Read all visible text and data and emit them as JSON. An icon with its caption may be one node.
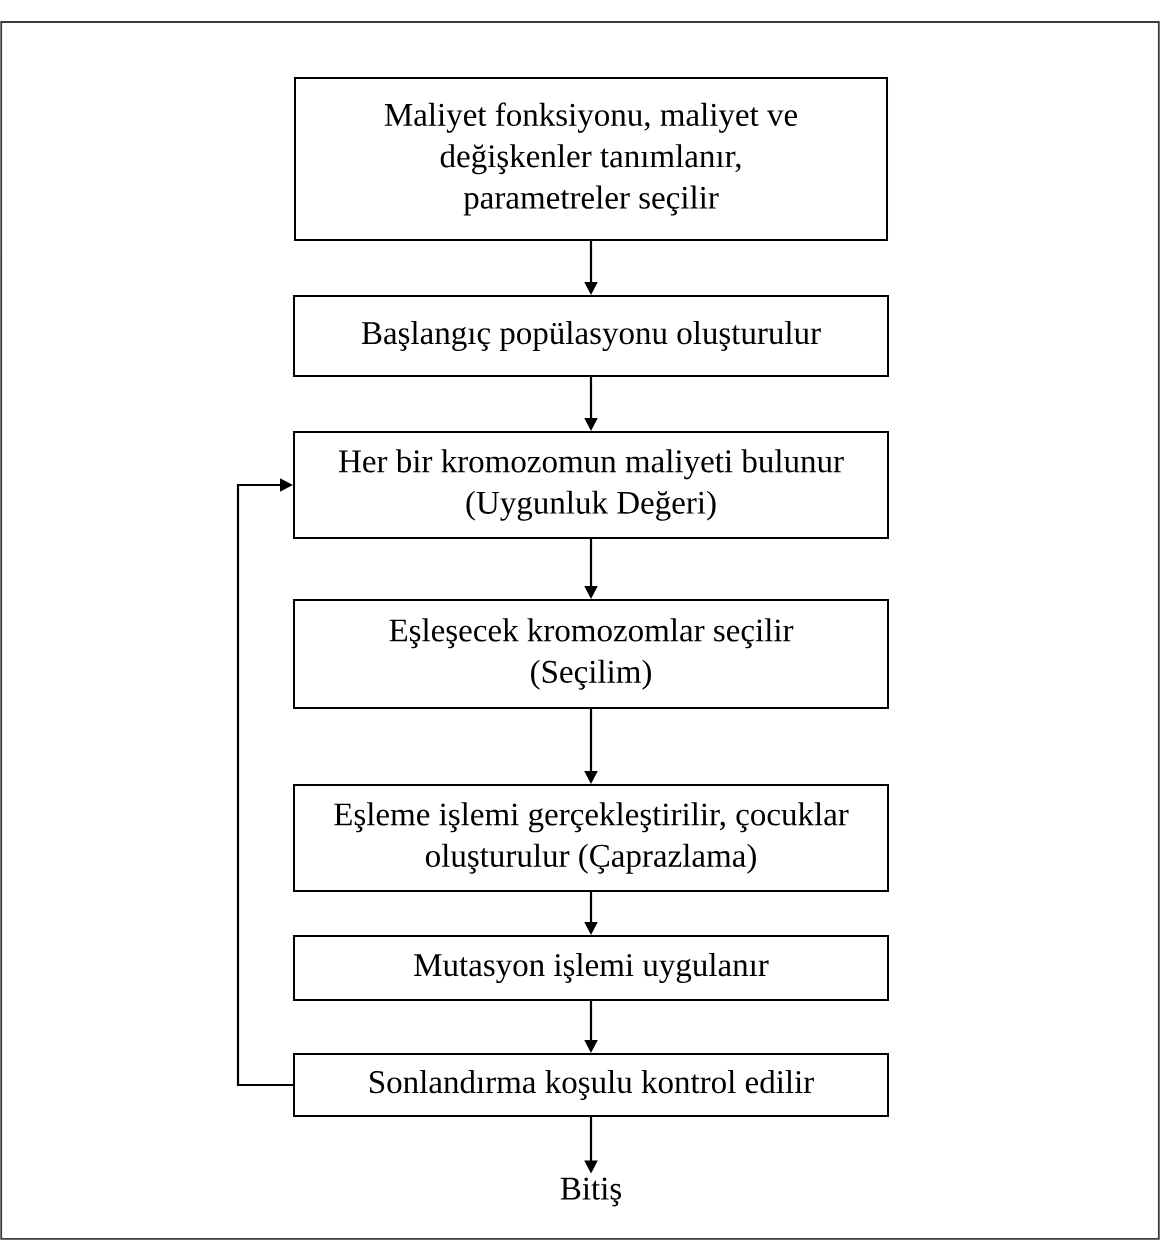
{
  "diagram": {
    "nodes": [
      {
        "text": [
          "Maliyet fonksiyonu, maliyet ve değişkenler tanımlanır, parametreler seçilir"
        ]
      },
      {
        "text": [
          "Başlangıç popülasyonu oluşturulur"
        ]
      },
      {
        "text": [
          "Her bir kromozomun maliyeti bulunur (Uygunluk Değeri)"
        ]
      },
      {
        "text": [
          "Eşleşecek kromozomlar seçilir (Seçilim)"
        ]
      },
      {
        "text": [
          "Eşleme işlemi gerçekleştirilir, çocuklar oluşturulur (Çaprazlama)"
        ]
      },
      {
        "text": [
          "Mutasyon işlemi uygulanır"
        ]
      },
      {
        "text": [
          "Sonlandırma koşulu kontrol edilir"
        ]
      },
      {
        "text": [
          "Bitiş"
        ]
      }
    ],
    "edges": [
      {
        "from": 0,
        "to": 1,
        "arrow": "to"
      },
      {
        "from": 1,
        "to": 2,
        "arrow": "to"
      },
      {
        "from": 2,
        "to": 3,
        "arrow": "to"
      },
      {
        "from": 3,
        "to": 4,
        "arrow": "to"
      },
      {
        "from": 4,
        "to": 5,
        "arrow": "to"
      },
      {
        "from": 5,
        "to": 6,
        "arrow": "to"
      },
      {
        "from": 6,
        "to": 7,
        "arrow": "to"
      },
      {
        "from": 6,
        "to": 2,
        "arrow": "to"
      }
    ]
  }
}
